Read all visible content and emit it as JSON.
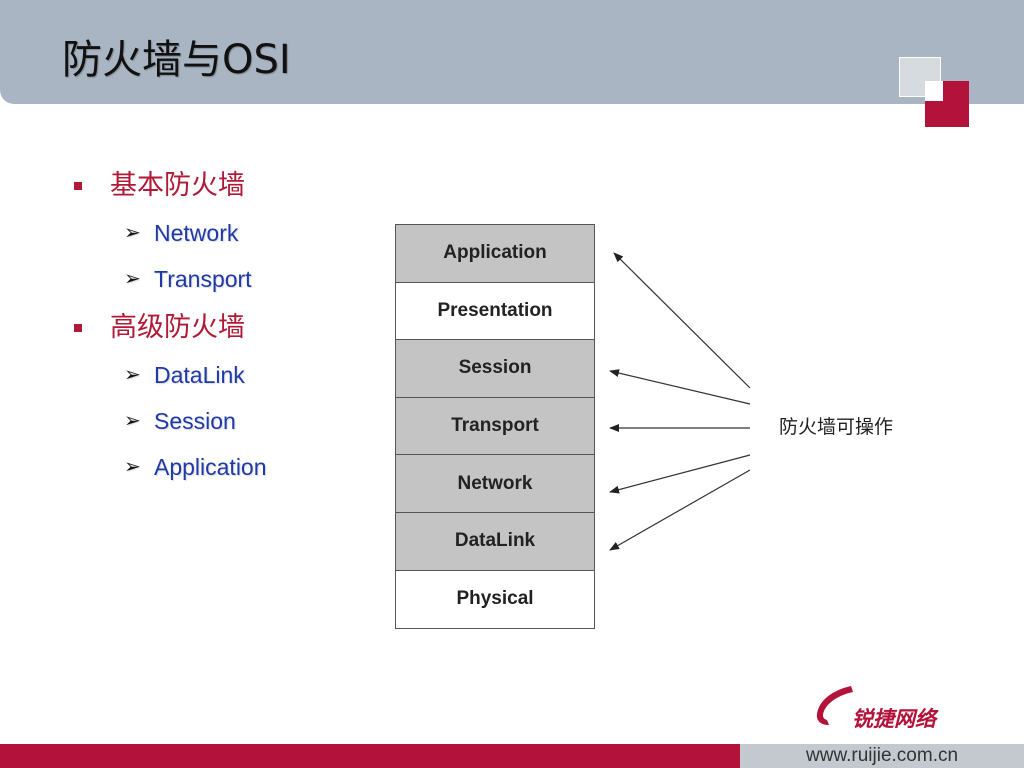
{
  "slide": {
    "title": "防火墙与OSI"
  },
  "bullets": [
    {
      "label": "基本防火墙",
      "subitems": [
        "Network",
        "Transport"
      ]
    },
    {
      "label": "高级防火墙",
      "subitems": [
        "DataLink",
        "Session",
        "Application"
      ]
    }
  ],
  "osi_layers": [
    "Application",
    "Presentation",
    "Session",
    "Transport",
    "Network",
    "DataLink",
    "Physical"
  ],
  "diagram": {
    "firewall_label": "防火墙可操作",
    "arrow_targets": [
      "Application",
      "Session",
      "Transport",
      "Network",
      "DataLink"
    ]
  },
  "footer": {
    "logo_text": "锐捷网络",
    "url": "www.ruijie.com.cn"
  },
  "colors": {
    "accent_red": "#b3123a",
    "header_gray": "#a9b5c2",
    "bullet_blue": "#1f3aa8",
    "layer_gray": "#c4c4c4"
  }
}
